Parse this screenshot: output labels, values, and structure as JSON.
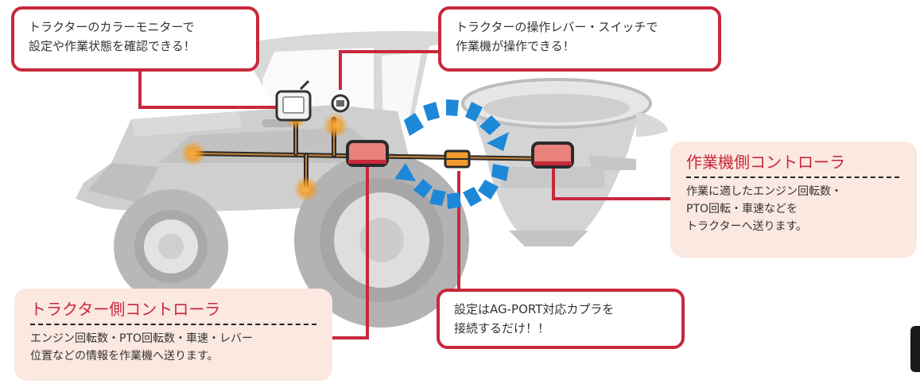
{
  "callouts": {
    "monitor": {
      "lines": [
        "トラクターのカラーモニターで",
        "設定や作業状態を確認できる！"
      ]
    },
    "lever": {
      "lines": [
        "トラクターの操作レバー・スイッチで",
        "作業機が操作できる！"
      ]
    },
    "coupler": {
      "lines": [
        "設定はAG-PORT対応カプラを",
        "接続するだけ！！"
      ]
    }
  },
  "info": {
    "implement": {
      "title": "作業機側コントローラ",
      "lines": [
        "作業に適したエンジン回転数・",
        "PTO回転・車速などを",
        "トラクターへ送ります。"
      ]
    },
    "tractor": {
      "title": "トラクター側コントローラ",
      "lines": [
        "エンジン回転数・PTO回転数・車速・レバー",
        "位置などの情報を作業機へ送ります。"
      ]
    }
  },
  "colors": {
    "accent_red": "#c8283c",
    "info_bg": "#fbe8e0",
    "tractor_gray": "#cfcfcf",
    "arrow_blue": "#1e88d8",
    "glow_orange": "#f39a1f",
    "controller_pink": "#e8827a"
  }
}
